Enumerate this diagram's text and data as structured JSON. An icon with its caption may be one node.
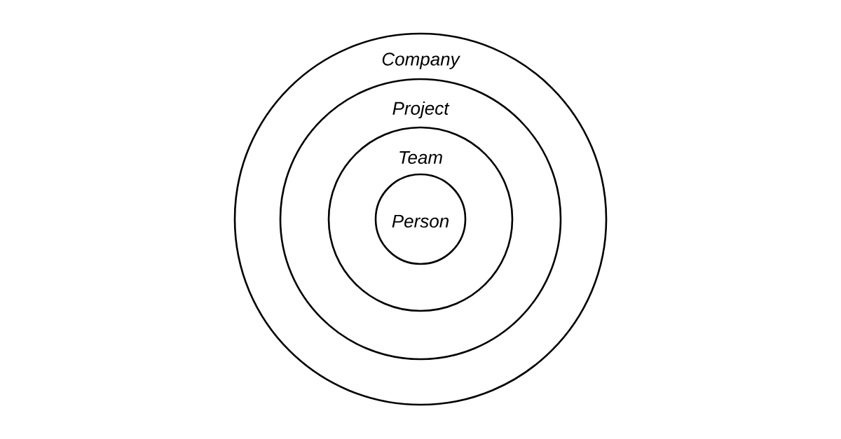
{
  "diagram": {
    "nodes": [
      {
        "text": [
          "Company"
        ]
      },
      {
        "text": [
          "Project"
        ],
        "in": 0
      },
      {
        "text": [
          "Team"
        ],
        "in": 1
      },
      {
        "text": [
          "Person"
        ],
        "in": 2
      }
    ]
  }
}
